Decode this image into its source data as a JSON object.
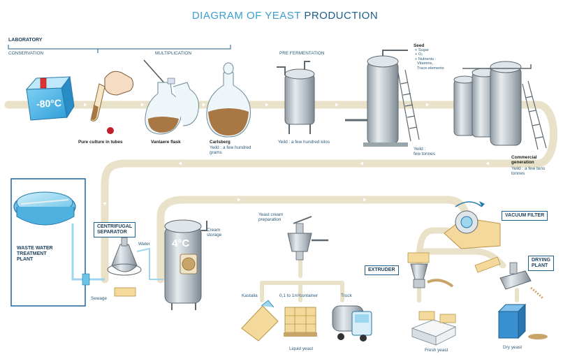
{
  "title": {
    "part1": "DIAGRAM OF YEAST ",
    "part2": "PRODUCTION"
  },
  "sections": {
    "laboratory": "LABORATORY",
    "conservation": "CONSERVATION",
    "multiplication": "MULTIPLICATION",
    "pre_fermentation": "PRE FERMENTATION"
  },
  "stages": {
    "freezer_temp": "-80°C",
    "pure_culture": "Pure culture in tubes",
    "vanlaere_flask": "Vanlaere flask",
    "carlsberg": "Carlsberg",
    "carlsberg_yield": "Yeild : a few hundred\ngrams",
    "prefermentation_yield": "Yeild : a few hundred kilos",
    "seed_title": "Seed",
    "seed_items": "+ Sugar\n+ O₂\n+ Nutrients :\n  Vitamins,\n  Trace-elements",
    "tank_yield": "Yeild :\nfew tonnes",
    "commercial_generation": "Commercial\ngeneration",
    "commercial_yield": "Yeild : a few tens\ntonnes"
  },
  "processing": {
    "waste_water": "WASTE WATER\nTREATMENT\nPLANT",
    "sewage": "Sewage",
    "centrifugal": "CENTRIFUGAL\nSEPARATOR",
    "water": "Water",
    "cream_temp": "4°C",
    "cream_storage": "Cream\nstorage",
    "yeast_cream": "Yeast cream\npreparation",
    "vacuum_filter": "VACUUM FILTER",
    "extruder": "EXTRUDER",
    "drying_plant": "DRYING\nPLANT",
    "kastalia": "Kastalia",
    "container": "0,1 to 1m³container",
    "truck": "Truck",
    "liquid_yeast": "Liquid yeast",
    "fresh_yeast": "Fresh yeast",
    "dry_yeast": "Dry yeast"
  },
  "colors": {
    "pipe": "#e9e1c8",
    "accent": "#3a9fcf",
    "dark": "#1d5f8c",
    "steel": "#b9c2c9",
    "yeast": "#a87743"
  }
}
